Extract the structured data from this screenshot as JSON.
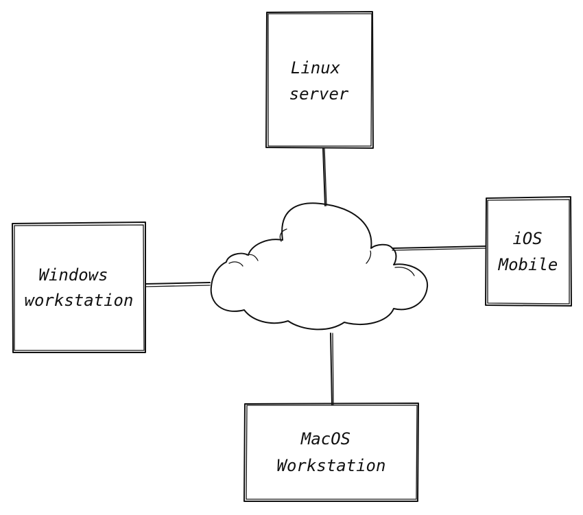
{
  "diagram": {
    "nodes": {
      "linux": {
        "line1": "Linux",
        "line2": "server"
      },
      "ios": {
        "line1": "iOS",
        "line2": "Mobile"
      },
      "windows": {
        "line1": "Windows",
        "line2": "workstation"
      },
      "macos": {
        "line1": "MacOS",
        "line2": "Workstation"
      }
    },
    "center": {
      "shape": "cloud"
    },
    "colors": {
      "stroke": "#111111",
      "background": "#ffffff"
    }
  }
}
